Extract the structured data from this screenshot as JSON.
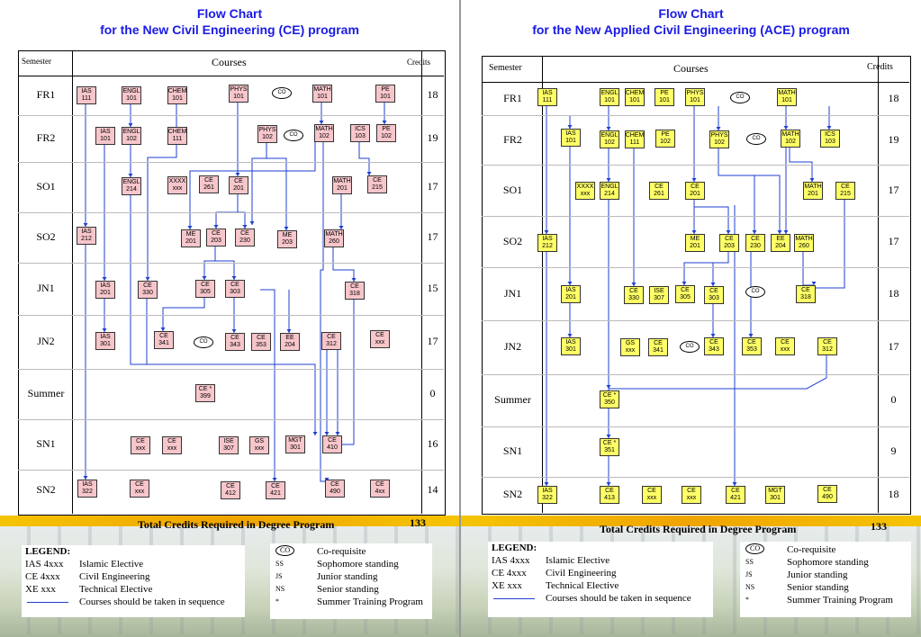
{
  "left": {
    "title1": "Flow Chart",
    "title2": "for the New Civil Engineering (CE) program",
    "header": {
      "semester": "Semester",
      "courses": "Courses",
      "credits": "Credits"
    },
    "rows": [
      {
        "sem": "FR1",
        "credits": "18"
      },
      {
        "sem": "FR2",
        "credits": "19"
      },
      {
        "sem": "SO1",
        "credits": "17"
      },
      {
        "sem": "SO2",
        "credits": "17"
      },
      {
        "sem": "JN1",
        "credits": "15"
      },
      {
        "sem": "JN2",
        "credits": "17"
      },
      {
        "sem": "Summer",
        "credits": "0"
      },
      {
        "sem": "SN1",
        "credits": "16"
      },
      {
        "sem": "SN2",
        "credits": "14"
      }
    ],
    "courses": [
      {
        "l1": "IAS",
        "l2": "111"
      },
      {
        "l1": "ENGL",
        "l2": "101"
      },
      {
        "l1": "CHEM",
        "l2": "101"
      },
      {
        "l1": "PHYS",
        "l2": "101"
      },
      {
        "l1": "MATH",
        "l2": "101"
      },
      {
        "l1": "PE",
        "l2": "101"
      },
      {
        "l1": "IAS",
        "l2": "101"
      },
      {
        "l1": "ENGL",
        "l2": "102"
      },
      {
        "l1": "CHEM",
        "l2": "111"
      },
      {
        "l1": "PHYS",
        "l2": "102"
      },
      {
        "l1": "MATH",
        "l2": "102"
      },
      {
        "l1": "ICS",
        "l2": "103"
      },
      {
        "l1": "PE",
        "l2": "102"
      },
      {
        "l1": "ENGL",
        "l2": "214"
      },
      {
        "l1": "XXXX",
        "l2": "xxx"
      },
      {
        "l1": "CE",
        "l2": "261"
      },
      {
        "l1": "CE",
        "l2": "201"
      },
      {
        "l1": "MATH",
        "l2": "201"
      },
      {
        "l1": "CE",
        "l2": "215"
      },
      {
        "l1": "IAS",
        "l2": "212"
      },
      {
        "l1": "ME",
        "l2": "201"
      },
      {
        "l1": "CE",
        "l2": "203"
      },
      {
        "l1": "CE",
        "l2": "230"
      },
      {
        "l1": "ME",
        "l2": "203"
      },
      {
        "l1": "MATH",
        "l2": "260"
      },
      {
        "l1": "IAS",
        "l2": "201"
      },
      {
        "l1": "CE",
        "l2": "330"
      },
      {
        "l1": "CE",
        "l2": "305"
      },
      {
        "l1": "CE",
        "l2": "303"
      },
      {
        "l1": "CE",
        "l2": "318"
      },
      {
        "l1": "IAS",
        "l2": "301"
      },
      {
        "l1": "CE",
        "l2": "341"
      },
      {
        "l1": "CE",
        "l2": "343"
      },
      {
        "l1": "CE",
        "l2": "353"
      },
      {
        "l1": "EE",
        "l2": "204"
      },
      {
        "l1": "CE",
        "l2": "312"
      },
      {
        "l1": "CE",
        "l2": "xxx"
      },
      {
        "l1": "CE *",
        "l2": "399"
      },
      {
        "l1": "CE",
        "l2": "xxx"
      },
      {
        "l1": "CE",
        "l2": "xxx"
      },
      {
        "l1": "ISE",
        "l2": "307"
      },
      {
        "l1": "GS",
        "l2": "xxx"
      },
      {
        "l1": "MGT",
        "l2": "301"
      },
      {
        "l1": "CE",
        "l2": "410"
      },
      {
        "l1": "IAS",
        "l2": "322"
      },
      {
        "l1": "CE",
        "l2": "xxx"
      },
      {
        "l1": "CE",
        "l2": "412"
      },
      {
        "l1": "CE",
        "l2": "421"
      },
      {
        "l1": "CE",
        "l2": "490"
      },
      {
        "l1": "CE",
        "l2": "4xx"
      }
    ],
    "co_label": "CO",
    "total_label": "Total Credits Required in Degree Program",
    "total_value": "133",
    "legend": {
      "title": "LEGEND:",
      "items": [
        {
          "k": "IAS 4xxx",
          "v": "Islamic Elective"
        },
        {
          "k": "CE 4xxx",
          "v": "Civil Engineering"
        },
        {
          "k": "XE xxx",
          "v": "Technical Elective"
        },
        {
          "k": "",
          "v": "Courses should be taken in sequence"
        }
      ],
      "symbols": [
        {
          "k": "CO",
          "v": "Co-requisite"
        },
        {
          "k": "SS",
          "v": "Sophomore standing"
        },
        {
          "k": "JS",
          "v": "Junior standing"
        },
        {
          "k": "NS",
          "v": "Senior standing"
        },
        {
          "k": "*",
          "v": "Summer Training Program"
        }
      ]
    }
  },
  "right": {
    "title1": "Flow Chart",
    "title2": "for the New Applied Civil Engineering (ACE) program",
    "header": {
      "semester": "Semester",
      "courses": "Courses",
      "credits": "Credits"
    },
    "rows": [
      {
        "sem": "FR1",
        "credits": "18"
      },
      {
        "sem": "FR2",
        "credits": "19"
      },
      {
        "sem": "SO1",
        "credits": "17"
      },
      {
        "sem": "SO2",
        "credits": "17"
      },
      {
        "sem": "JN1",
        "credits": "18"
      },
      {
        "sem": "JN2",
        "credits": "17"
      },
      {
        "sem": "Summer",
        "credits": "0"
      },
      {
        "sem": "SN1",
        "credits": "9"
      },
      {
        "sem": "SN2",
        "credits": "18"
      }
    ],
    "courses": [
      {
        "l1": "IAS",
        "l2": "111"
      },
      {
        "l1": "ENGL",
        "l2": "101"
      },
      {
        "l1": "CHEM",
        "l2": "101"
      },
      {
        "l1": "PE",
        "l2": "101"
      },
      {
        "l1": "PHYS",
        "l2": "101"
      },
      {
        "l1": "MATH",
        "l2": "101"
      },
      {
        "l1": "IAS",
        "l2": "101"
      },
      {
        "l1": "ENGL",
        "l2": "102"
      },
      {
        "l1": "CHEM",
        "l2": "111"
      },
      {
        "l1": "PE",
        "l2": "102"
      },
      {
        "l1": "PHYS",
        "l2": "102"
      },
      {
        "l1": "MATH",
        "l2": "102"
      },
      {
        "l1": "ICS",
        "l2": "103"
      },
      {
        "l1": "XXXX",
        "l2": "xxx"
      },
      {
        "l1": "ENGL",
        "l2": "214"
      },
      {
        "l1": "CE",
        "l2": "261"
      },
      {
        "l1": "CE",
        "l2": "201"
      },
      {
        "l1": "MATH",
        "l2": "201"
      },
      {
        "l1": "CE",
        "l2": "215"
      },
      {
        "l1": "IAS",
        "l2": "212"
      },
      {
        "l1": "ME",
        "l2": "201"
      },
      {
        "l1": "CE",
        "l2": "203"
      },
      {
        "l1": "CE",
        "l2": "230"
      },
      {
        "l1": "EE",
        "l2": "204"
      },
      {
        "l1": "MATH",
        "l2": "260"
      },
      {
        "l1": "IAS",
        "l2": "201"
      },
      {
        "l1": "CE",
        "l2": "330"
      },
      {
        "l1": "ISE",
        "l2": "307"
      },
      {
        "l1": "CE",
        "l2": "305"
      },
      {
        "l1": "CE",
        "l2": "303"
      },
      {
        "l1": "CE",
        "l2": "318"
      },
      {
        "l1": "IAS",
        "l2": "301"
      },
      {
        "l1": "GS",
        "l2": "xxx"
      },
      {
        "l1": "CE",
        "l2": "341"
      },
      {
        "l1": "CE",
        "l2": "343"
      },
      {
        "l1": "CE",
        "l2": "353"
      },
      {
        "l1": "CE",
        "l2": "xxx"
      },
      {
        "l1": "CE",
        "l2": "312"
      },
      {
        "l1": "CE *",
        "l2": "350"
      },
      {
        "l1": "CE *",
        "l2": "351"
      },
      {
        "l1": "IAS",
        "l2": "322"
      },
      {
        "l1": "CE",
        "l2": "413"
      },
      {
        "l1": "CE",
        "l2": "xxx"
      },
      {
        "l1": "CE",
        "l2": "xxx"
      },
      {
        "l1": "CE",
        "l2": "421"
      },
      {
        "l1": "MGT",
        "l2": "301"
      },
      {
        "l1": "CE",
        "l2": "490"
      }
    ],
    "co_label": "CO",
    "total_label": "Total Credits Required in Degree Program",
    "total_value": "133",
    "legend": {
      "title": "LEGEND:",
      "items": [
        {
          "k": "IAS 4xxx",
          "v": "Islamic Elective"
        },
        {
          "k": "CE 4xxx",
          "v": "Civil Engineering"
        },
        {
          "k": "XE xxx",
          "v": "Technical Elective"
        },
        {
          "k": "",
          "v": "Courses should be taken in sequence"
        }
      ],
      "symbols": [
        {
          "k": "CO",
          "v": "Co-requisite"
        },
        {
          "k": "SS",
          "v": "Sophomore standing"
        },
        {
          "k": "JS",
          "v": "Junior standing"
        },
        {
          "k": "NS",
          "v": "Senior standing"
        },
        {
          "k": "*",
          "v": "Summer Training Program"
        }
      ]
    }
  }
}
